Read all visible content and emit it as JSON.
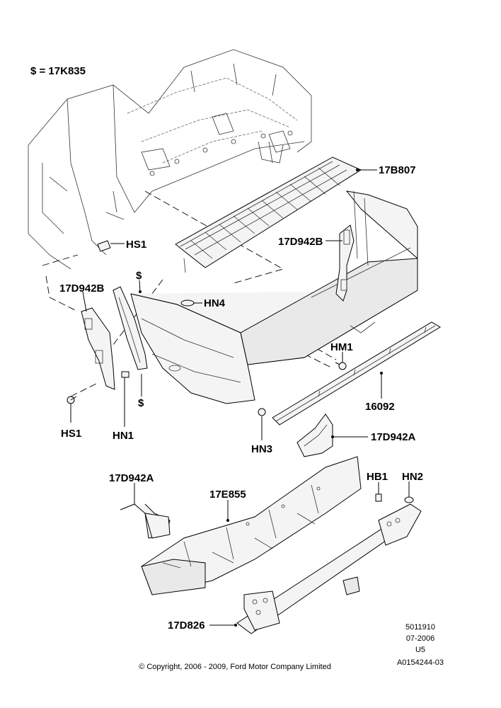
{
  "legend": "$ = 17K835",
  "callouts": {
    "p17B807": "17B807",
    "hs1_top": "HS1",
    "p17D942B_right": "17D942B",
    "p17D942B_left": "17D942B",
    "hn4": "HN4",
    "dollar_upper": "$",
    "dollar_lower": "$",
    "hm1": "HM1",
    "p16092": "16092",
    "hs1_bottom": "HS1",
    "hn1": "HN1",
    "hn3": "HN3",
    "p17D942A_right": "17D942A",
    "p17D942A_left": "17D942A",
    "p17E855": "17E855",
    "hb1": "HB1",
    "hn2": "HN2",
    "p17D826": "17D826"
  },
  "meta": {
    "code1": "5011910",
    "date": "07-2006",
    "rev": "U5",
    "ref": "A0154244-03",
    "copyright": "© Copyright, 2006 - 2009, Ford Motor Company Limited"
  }
}
